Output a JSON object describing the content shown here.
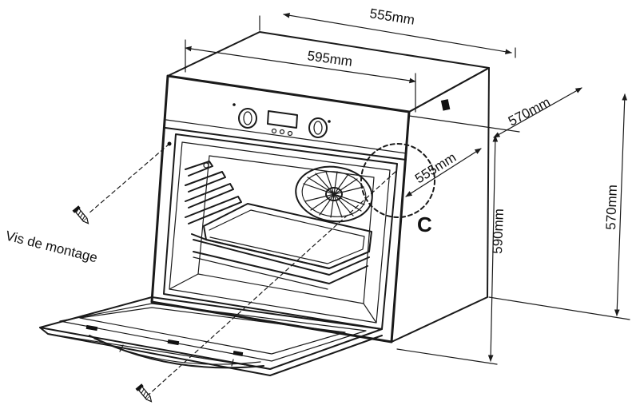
{
  "dimensions": {
    "top_depth": "555mm",
    "front_width": "595mm",
    "side_depth": "570mm",
    "niche_inner": "555mm",
    "front_height": "590mm",
    "niche_height": "570mm"
  },
  "labels": {
    "screw": "Vis de montage",
    "detail": "C"
  },
  "icons": {
    "screw": "screw-icon",
    "arrow": "dimension-arrow"
  }
}
